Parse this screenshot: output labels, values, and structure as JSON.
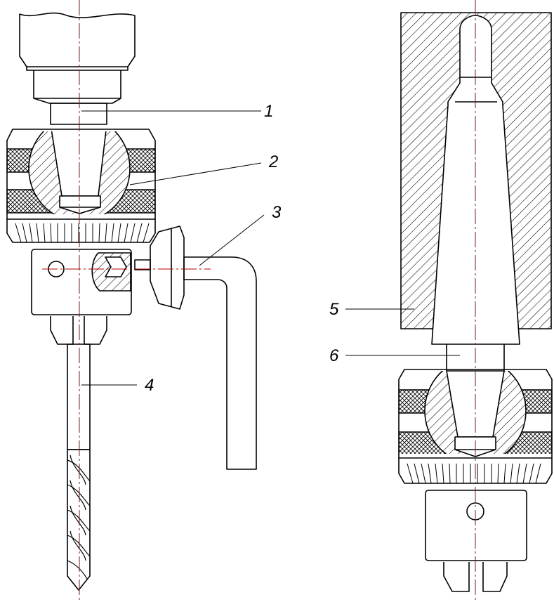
{
  "colors": {
    "ink": "#000000",
    "axis": "#b40000",
    "paper": "#ffffff"
  },
  "callouts": {
    "c1": "1",
    "c2": "2",
    "c3": "3",
    "c4": "4",
    "c5": "5",
    "c6": "6"
  }
}
